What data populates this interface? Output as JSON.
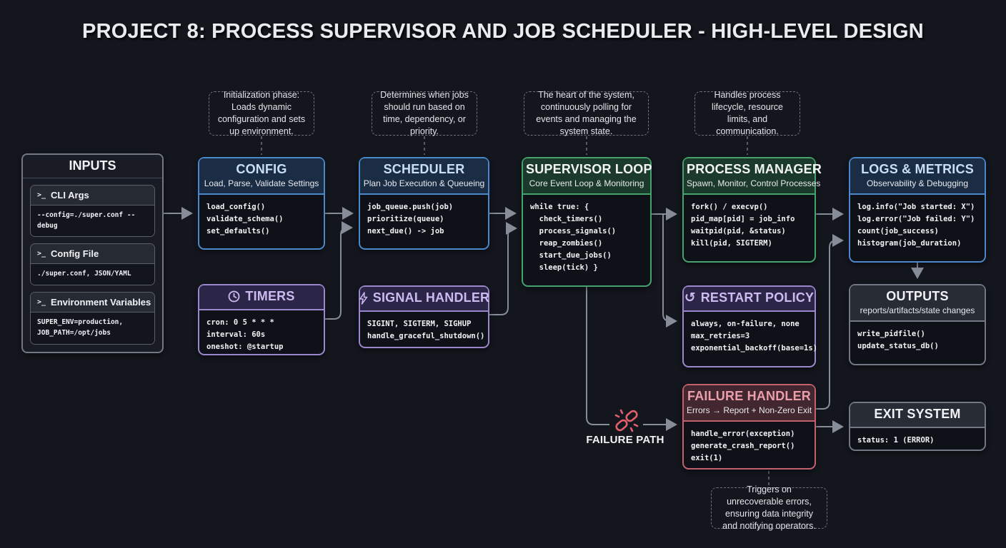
{
  "page": {
    "title": "PROJECT 8: PROCESS SUPERVISOR AND JOB SCHEDULER - HIGH-LEVEL DESIGN"
  },
  "colors": {
    "background": "#14161e",
    "blue": "#4b87cb",
    "green": "#45a26d",
    "purple": "#9b87cd",
    "red": "#c2606c",
    "gray": "#717883",
    "arrow": "#868d98",
    "failure_icon": "#e0606c"
  },
  "notes": {
    "config": "Initialization phase: Loads dynamic configuration and sets up environment.",
    "scheduler": "Determines when jobs should run based on time, dependency, or priority.",
    "supervisor": "The heart of the system, continuously polling for events and managing the system state.",
    "process_manager": "Handles process lifecycle, resource limits, and communication.",
    "failure_handler": "Triggers on unrecoverable errors, ensuring data integrity and notifying operators."
  },
  "inputs": {
    "title": "INPUTS",
    "prompt_icon": ">_",
    "items": [
      {
        "label": "CLI Args",
        "value": "--config=./super.conf --debug"
      },
      {
        "label": "Config File",
        "value": "./super.conf, JSON/YAML"
      },
      {
        "label": "Environment Variables",
        "value": "SUPER_ENV=production,\nJOB_PATH=/opt/jobs"
      }
    ]
  },
  "boxes": {
    "config": {
      "title": "CONFIG",
      "subtitle": "Load, Parse, Validate Settings",
      "code": "load_config()\nvalidate_schema()\nset_defaults()"
    },
    "scheduler": {
      "title": "SCHEDULER",
      "subtitle": "Plan Job Execution & Queueing",
      "code": "job_queue.push(job)\nprioritize(queue)\nnext_due() -> job"
    },
    "supervisor_loop": {
      "title": "SUPERVISOR LOOP",
      "subtitle": "Core Event Loop & Monitoring",
      "code": "while true: {\n  check_timers()\n  process_signals()\n  reap_zombies()\n  start_due_jobs()\n  sleep(tick) }"
    },
    "process_manager": {
      "title": "PROCESS MANAGER",
      "subtitle": "Spawn, Monitor, Control Processes",
      "code": "fork() / execvp()\npid_map[pid] = job_info\nwaitpid(pid, &status)\nkill(pid, SIGTERM)"
    },
    "logs_metrics": {
      "title": "LOGS & METRICS",
      "subtitle": "Observability & Debugging",
      "code": "log.info(\"Job started: X\")\nlog.error(\"Job failed: Y\")\ncount(job_success)\nhistogram(job_duration)"
    },
    "timers": {
      "title": "TIMERS",
      "code": "cron: 0 5 * * *\ninterval: 60s\noneshot: @startup"
    },
    "signal_handler": {
      "title": "SIGNAL HANDLER",
      "code": "SIGINT, SIGTERM, SIGHUP\nhandle_graceful_shutdown()"
    },
    "restart_policy": {
      "title": "RESTART POLICY",
      "code": "always, on-failure, none\nmax_retries=3\nexponential_backoff(base=1s)"
    },
    "failure_handler": {
      "title": "FAILURE HANDLER",
      "subtitle": "Errors → Report + Non-Zero Exit",
      "code": "handle_error(exception)\ngenerate_crash_report()\nexit(1)"
    },
    "outputs": {
      "title": "OUTPUTS",
      "subtitle": "reports/artifacts/state changes",
      "code": "write_pidfile()\nupdate_status_db()"
    },
    "exit_system": {
      "title": "EXIT SYSTEM",
      "code": "status: 1 (ERROR)"
    }
  },
  "labels": {
    "failure_path": "FAILURE PATH"
  }
}
